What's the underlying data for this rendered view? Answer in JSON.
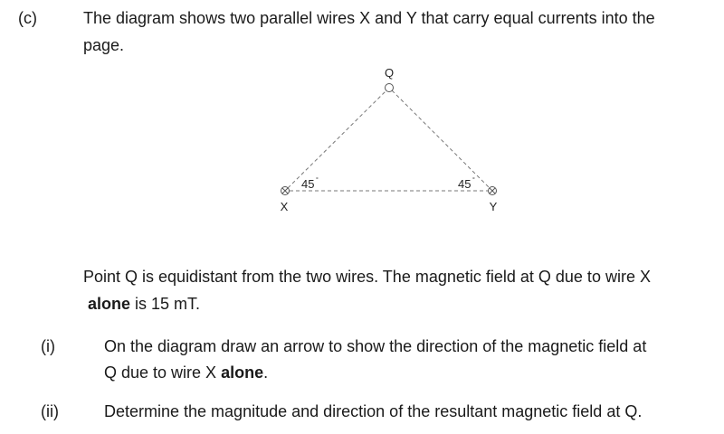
{
  "part_c": {
    "label": "(c)",
    "line1": "The diagram shows two parallel wires X and Y that carry equal currents into the",
    "line2": "page."
  },
  "diagram": {
    "point_label": "Q",
    "wire_x_label": "X",
    "wire_y_label": "Y",
    "angle_left": "45",
    "angle_right": "45",
    "degree_symbol": "°"
  },
  "statement": {
    "line1": "Point Q is equidistant from the two wires. The magnetic field at Q due to wire X",
    "bold": "alone",
    "rest": " is 15 mT."
  },
  "part_i": {
    "label": "(i)",
    "line1": "On the diagram draw an arrow to show the direction of the magnetic field at",
    "line2": "Q due to wire X ",
    "bold": "alone",
    "end": "."
  },
  "part_ii": {
    "label": "(ii)",
    "line1": "Determine the magnitude and direction of the resultant magnetic field at Q."
  }
}
